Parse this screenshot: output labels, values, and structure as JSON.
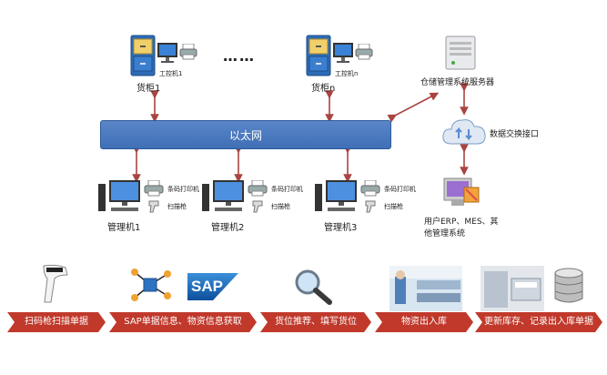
{
  "top": {
    "cabinet1": {
      "label": "货柜1",
      "pc_label": "工控机1"
    },
    "cabinetn": {
      "label": "货柜n",
      "pc_label": "工控机n"
    },
    "dots": "……",
    "server_label": "仓储管理系统服务器",
    "exchange_label": "数据交换接口",
    "erp_label_line1": "用户ERP、MES、其",
    "erp_label_line2": "他管理系统"
  },
  "bus": {
    "label": "以太网"
  },
  "managers": [
    {
      "label": "管理机1",
      "printer": "条码打印机",
      "scanner": "扫描枪"
    },
    {
      "label": "管理机2",
      "printer": "条码打印机",
      "scanner": "扫描枪"
    },
    {
      "label": "管理机3",
      "printer": "条码打印机",
      "scanner": "扫描枪"
    }
  ],
  "steps": [
    {
      "label": "扫码枪扫描单据"
    },
    {
      "label": "SAP单据信息、物资信息获取"
    },
    {
      "label": "货位推荐、填写货位"
    },
    {
      "label": "物资出入库"
    },
    {
      "label": "更新库存、记录出入库单据"
    }
  ],
  "sap_logo": "SAP",
  "colors": {
    "bus": "#4a78bf",
    "arrow": "#c0504d",
    "step": "#c0392b",
    "link": "#a94442"
  }
}
